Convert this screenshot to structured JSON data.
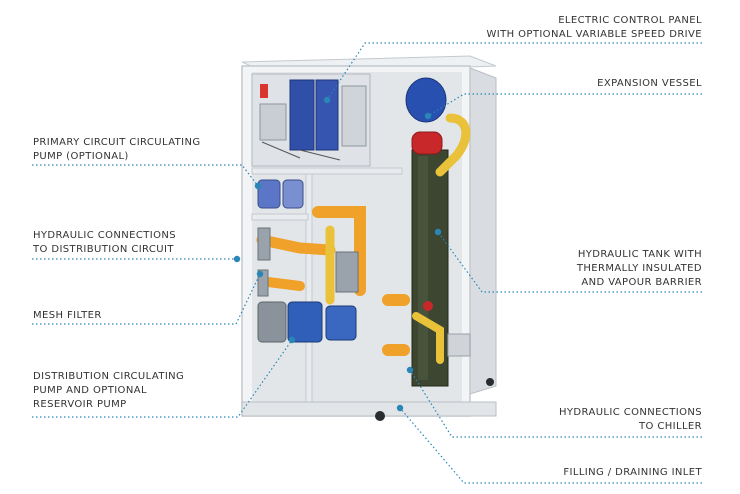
{
  "colors": {
    "leader": "#2a86b7",
    "text": "#333333",
    "frame": "#e8ecef",
    "pipe_orange": "#f0a12a",
    "pump_blue": "#2f5fb8",
    "tank": "#3d4630"
  },
  "labels": [
    {
      "id": "control-panel",
      "text": "ELECTRIC CONTROL PANEL\nWITH OPTIONAL VARIABLE SPEED DRIVE"
    },
    {
      "id": "expansion-vessel",
      "text": "EXPANSION VESSEL"
    },
    {
      "id": "primary-pump",
      "text": "PRIMARY CIRCUIT CIRCULATING\nPUMP (OPTIONAL)"
    },
    {
      "id": "hydraulic-distribution",
      "text": "HYDRAULIC CONNECTIONS\nTO DISTRIBUTION CIRCUIT"
    },
    {
      "id": "hydraulic-tank",
      "text": "HYDRAULIC TANK WITH\nTHERMALLY INSULATED\nAND VAPOUR BARRIER"
    },
    {
      "id": "mesh-filter",
      "text": "MESH FILTER"
    },
    {
      "id": "distribution-pump",
      "text": "DISTRIBUTION CIRCULATING\nPUMP AND OPTIONAL\nRESERVOIR PUMP"
    },
    {
      "id": "hydraulic-chiller",
      "text": "HYDRAULIC CONNECTIONS\nTO CHILLER"
    },
    {
      "id": "filling-inlet",
      "text": "FILLING / DRAINING INLET"
    }
  ]
}
